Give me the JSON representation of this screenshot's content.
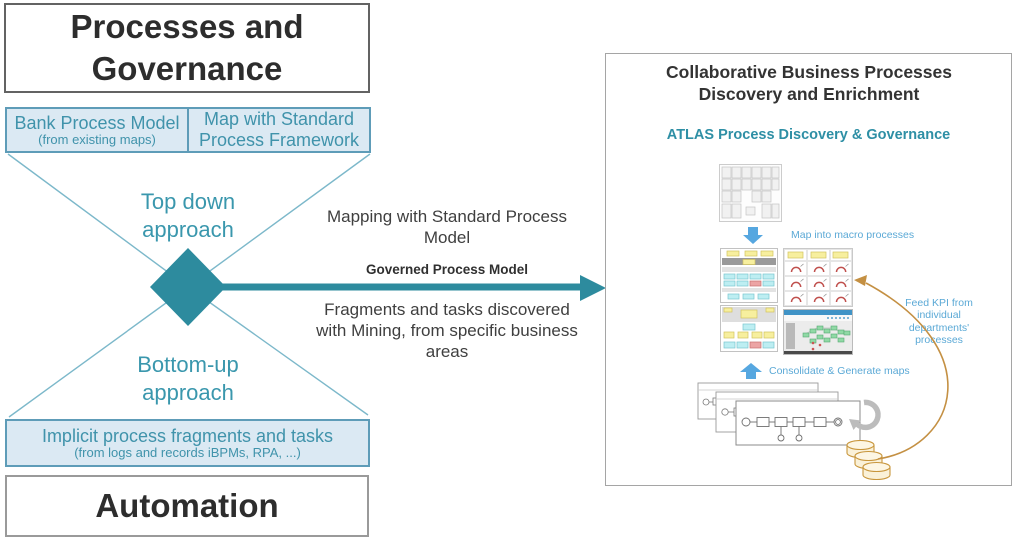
{
  "left": {
    "governance_title": "Processes and Governance",
    "bank_box_title": "Bank Process Model",
    "bank_box_subtitle": "(from existing maps)",
    "standard_box_title": "Map with Standard Process Framework",
    "top_approach": "Top down approach",
    "bottom_approach": "Bottom-up approach",
    "implicit_title": "Implicit process fragments and tasks",
    "implicit_subtitle": "(from logs and records iBPMs, RPA, ...)",
    "automation_title": "Automation"
  },
  "arrow": {
    "above_label": "Mapping with Standard Process Model",
    "main_label": "Governed Process Model",
    "below_label": "Fragments and tasks discovered with Mining, from specific business areas"
  },
  "panel": {
    "title": "Collaborative Business Processes Discovery and Enrichment",
    "subtitle": "ATLAS Process Discovery & Governance",
    "caption_map_into": "Map into macro processes",
    "caption_consolidate": "Consolidate & Generate maps",
    "caption_feed_kpi": "Feed KPI from individual departments' processes"
  },
  "icons": {
    "diamond": "teal-diamond",
    "governed_arrow": "thick-right-arrow",
    "down_arrow": "blue-down-arrow",
    "up_arrow": "blue-up-arrow",
    "refresh": "gray-circular-arrow",
    "database_stack": "three-cylinders",
    "feedback_arc": "orange-curved-arrow"
  },
  "colors": {
    "teal": "#2d8b9e",
    "teal_text": "#3a97ad",
    "light_blue_bg": "#dbe9f3",
    "light_blue_border": "#5e9cb8",
    "diagonal_line": "#7cb8ca",
    "caption_blue": "#5ba9d6",
    "orange": "#c8963c",
    "dark_text": "#3f3f3f",
    "panel_border": "#a5a5a5"
  }
}
